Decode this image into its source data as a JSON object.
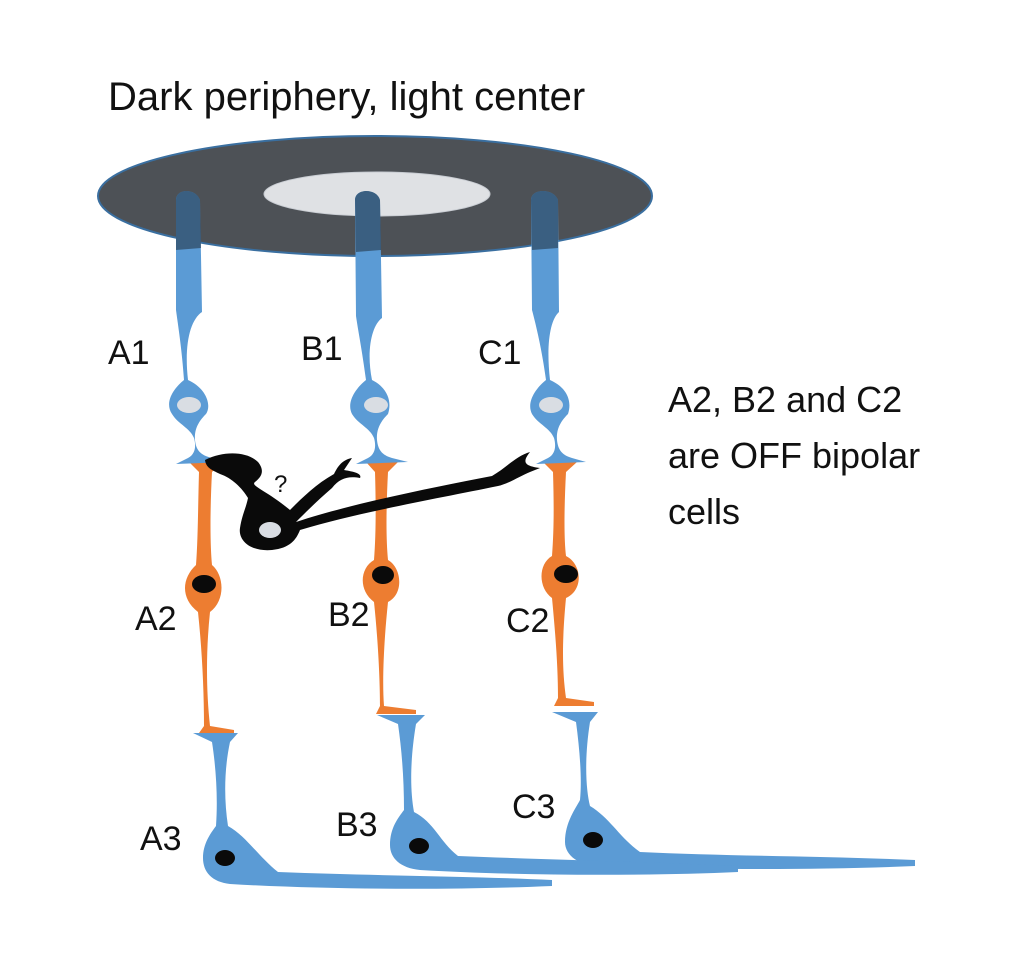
{
  "title": "Dark periphery, light center",
  "note": {
    "lines": [
      "A2, B2 and C2",
      "are OFF bipolar",
      "cells"
    ]
  },
  "labels": {
    "photoreceptors": [
      "A1",
      "B1",
      "C1"
    ],
    "bipolar": [
      "A2",
      "B2",
      "C2"
    ],
    "ganglion": [
      "A3",
      "B3",
      "C3"
    ],
    "horizontal_unknown": "?"
  },
  "colors": {
    "photoreceptor": "#5b9bd5",
    "bipolar": "#ed7d31",
    "ganglion": "#5b9bd5",
    "horizontal_cell": "#0a0a0a",
    "periphery": "#4d5156",
    "center": "#dfe1e4",
    "nucleus_light": "#d9dde3",
    "nucleus_dark": "#0a0a0a"
  }
}
